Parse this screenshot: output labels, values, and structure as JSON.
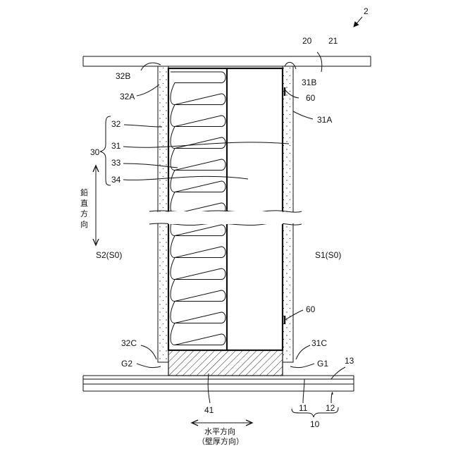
{
  "figure_number": "2",
  "labels": {
    "n20": "20",
    "n21": "21",
    "n32B": "32B",
    "n31B": "31B",
    "n32A": "32A",
    "n60_top": "60",
    "n32": "32",
    "n31A": "31A",
    "n30": "30",
    "n31": "31",
    "n33": "33",
    "n34": "34",
    "s2": "S2(S0)",
    "s1": "S1(S0)",
    "n60_bottom": "60",
    "n32C": "32C",
    "n31C": "31C",
    "g2": "G2",
    "g1": "G1",
    "n13": "13",
    "n41": "41",
    "n11": "11",
    "n12": "12",
    "n10": "10"
  },
  "directions": {
    "vertical": [
      "鉛",
      "直",
      "方",
      "向"
    ],
    "horizontal": "水平方向",
    "wall_thickness": "（壁厚方向）"
  }
}
